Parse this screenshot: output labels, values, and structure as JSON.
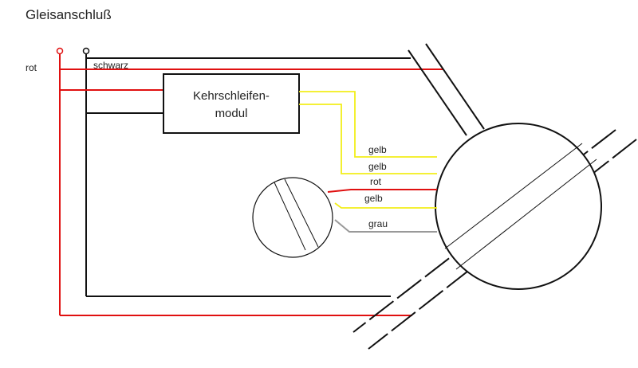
{
  "title": "Gleisanschluß",
  "module": {
    "line1": "Kehrschleifen-",
    "line2": "modul"
  },
  "terminals": {
    "red_label": "rot",
    "black_label": "schwarz"
  },
  "wires": {
    "gelb_1": "gelb",
    "gelb_2": "gelb",
    "rot": "rot",
    "gelb_3": "gelb",
    "grau": "grau"
  },
  "colors": {
    "red": "#e01010",
    "black": "#111111",
    "yellow": "#f2ee1a",
    "grey": "#999999"
  }
}
